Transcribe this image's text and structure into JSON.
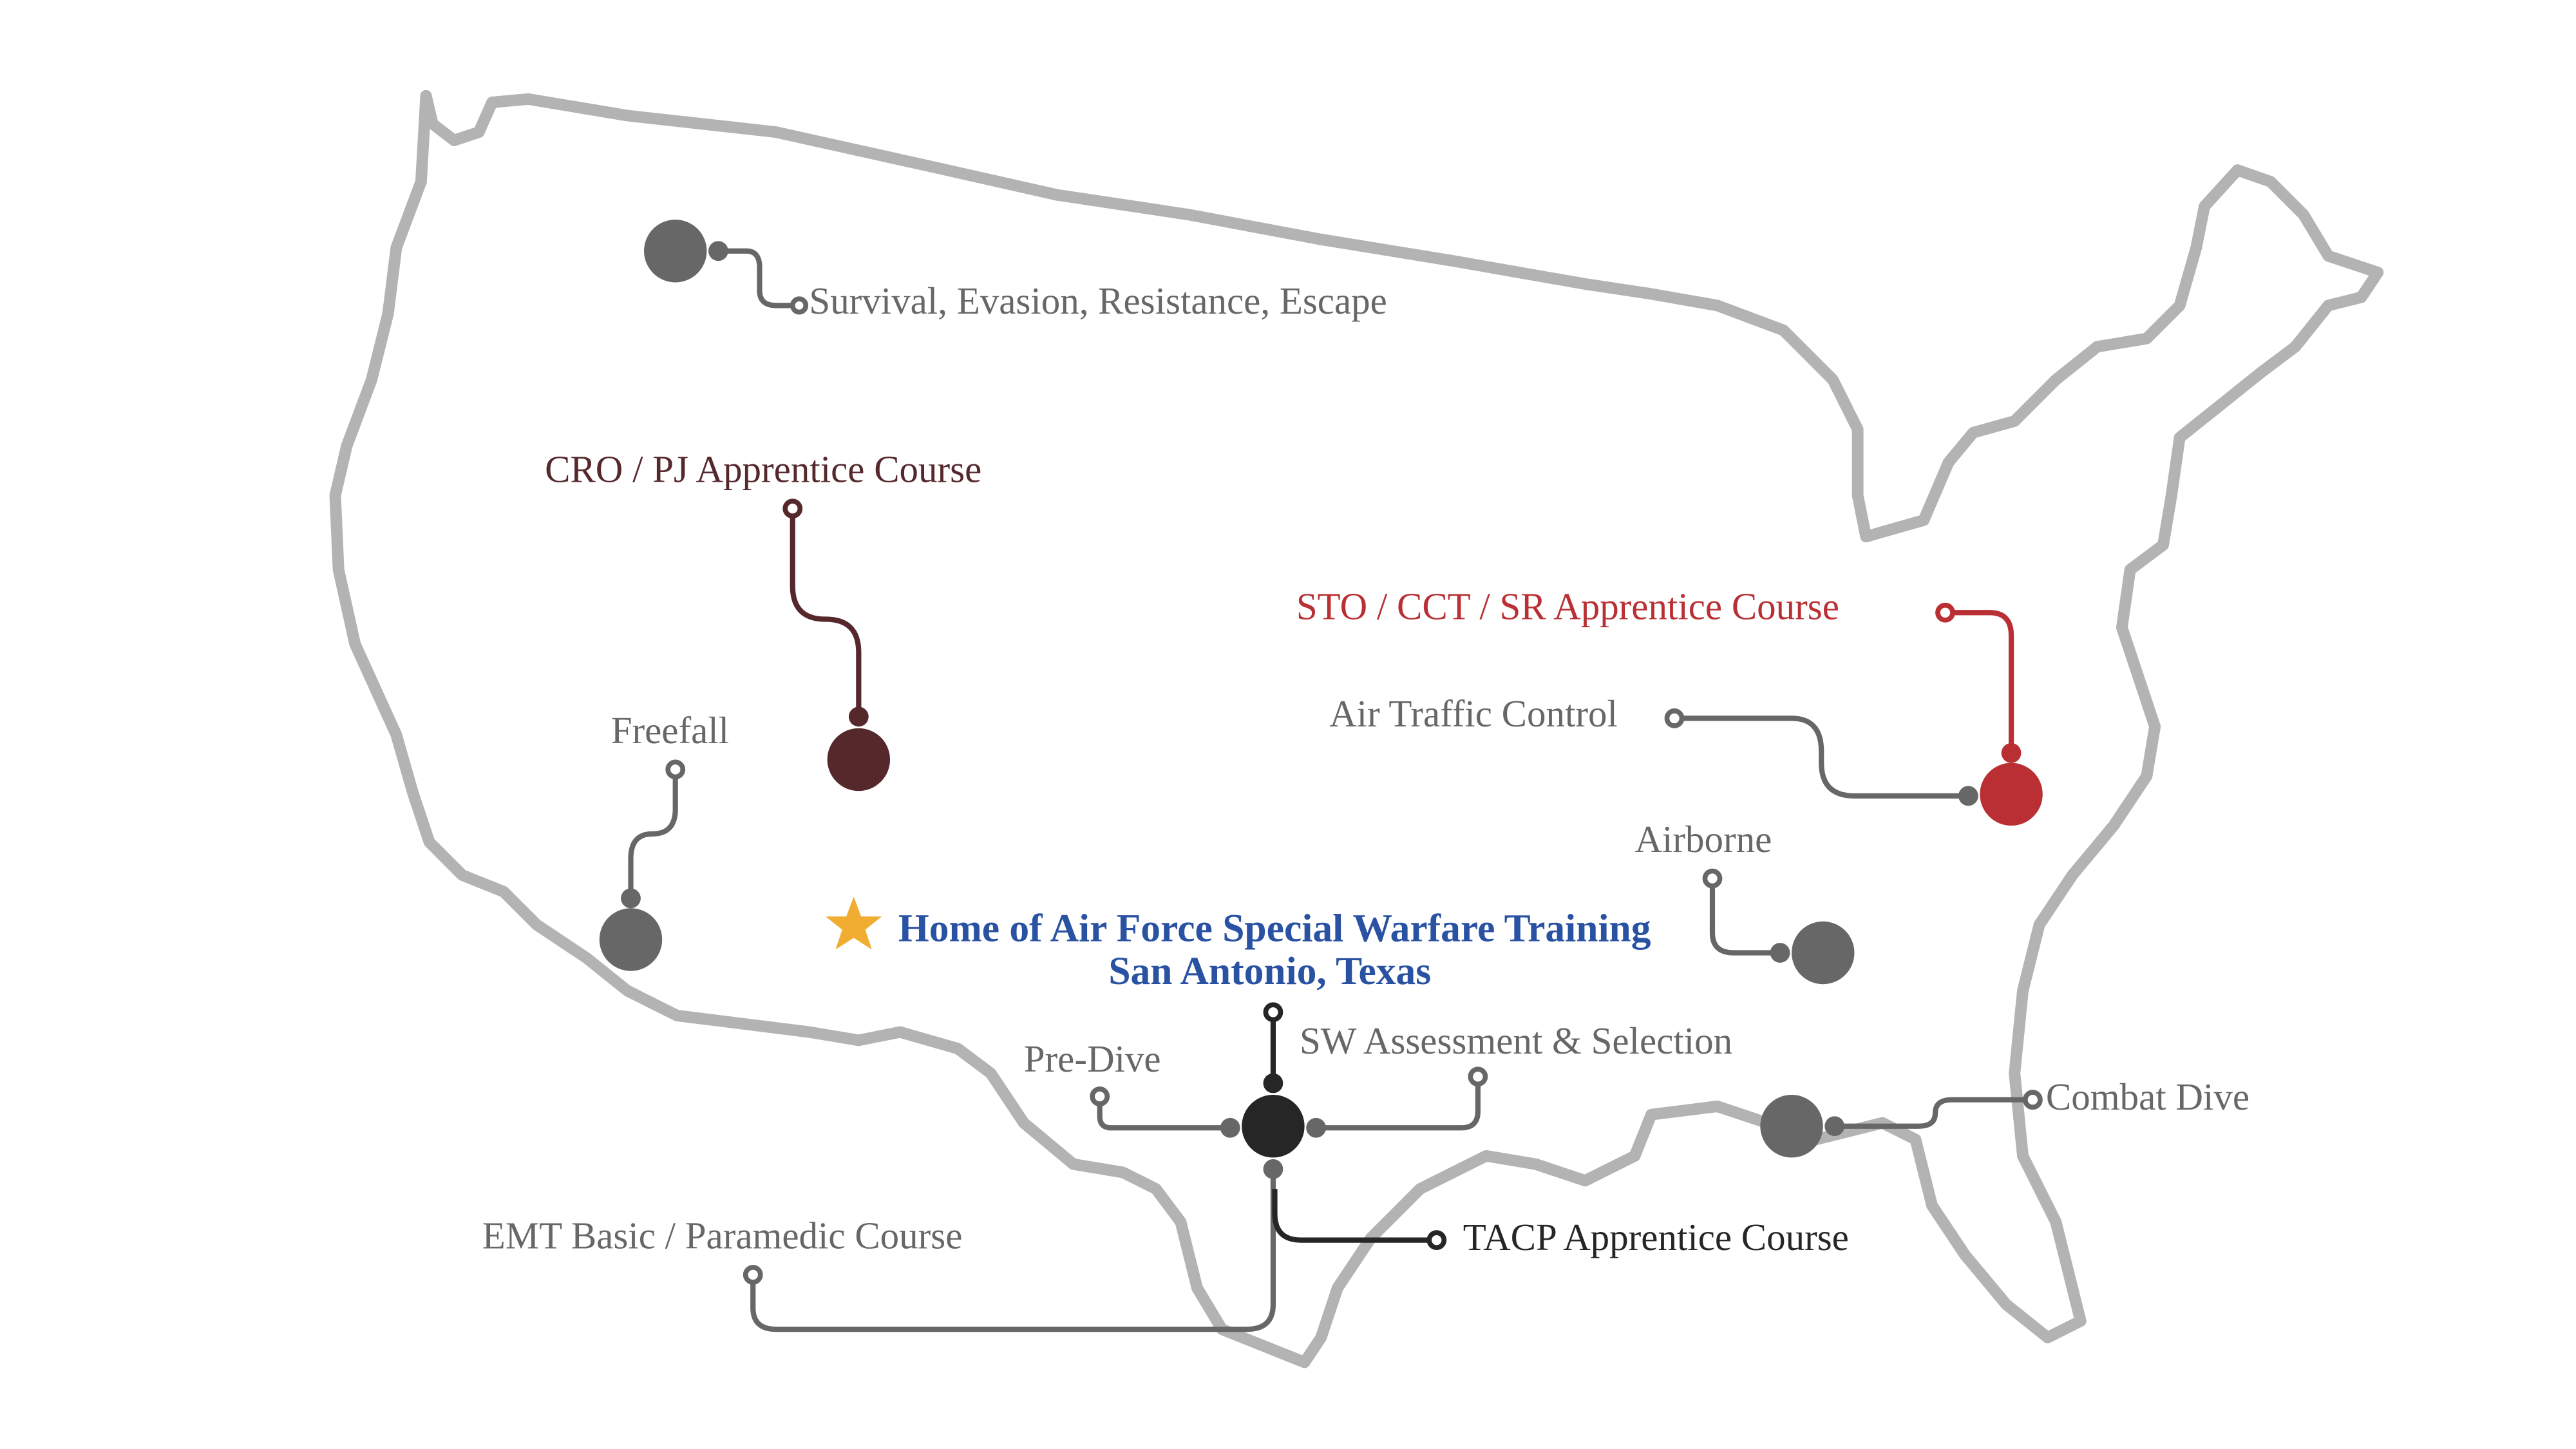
{
  "colors": {
    "outline": "#b3b3b3",
    "gray": "#676767",
    "maroon": "#55282c",
    "red": "#b92f33",
    "black": "#262626",
    "blue": "#2a52a3",
    "star": "#f0ad32"
  },
  "headline": {
    "line1": "Home of Air Force Special Warfare Training",
    "line2": "San Antonio, Texas",
    "icon": "star-icon"
  },
  "locations": {
    "sere": "Survival, Evasion, Resistance, Escape",
    "cro_pj": "CRO / PJ Apprentice Course",
    "freefall": "Freefall",
    "sto_cct_sr": "STO / CCT / SR Apprentice Course",
    "atc": "Air Traffic Control",
    "airborne": "Airborne",
    "sw_as": "SW Assessment & Selection",
    "predive": "Pre-Dive",
    "combat_dive": "Combat Dive",
    "emt": "EMT Basic / Paramedic Course",
    "tacp": "TACP Apprentice Course"
  }
}
